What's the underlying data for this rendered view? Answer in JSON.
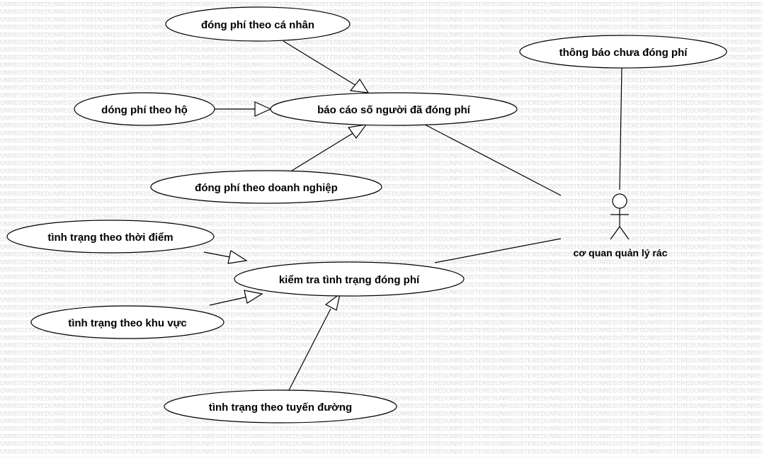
{
  "watermark": "UNREGISTERED",
  "colors": {
    "line": "#000000",
    "fill": "#ffffff",
    "watermark": "#d9d9d9"
  },
  "actor": {
    "name": "cơ quan quản lý rác"
  },
  "use_cases": {
    "dong_phi_ca_nhan": "đóng phí theo cá nhân",
    "dong_phi_ho": "dóng phí theo hộ",
    "bao_cao": "báo cáo số người đã đóng phí",
    "dong_phi_doanh_nghiep": "đóng phí theo doanh nghiệp",
    "thong_bao": "thông báo chưa đóng phí",
    "tinh_trang_thoi_diem": "tình trạng theo thời điểm",
    "kiem_tra": "kiểm tra tình trạng đóng phí",
    "tinh_trang_khu_vuc": "tình trạng theo khu vực",
    "tinh_trang_tuyen_duong": "tình trạng theo tuyến đường"
  }
}
